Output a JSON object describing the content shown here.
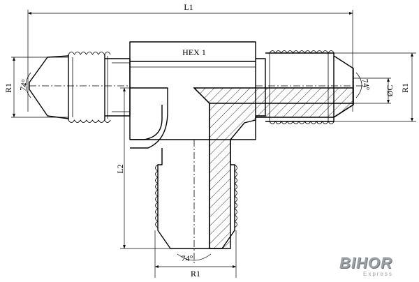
{
  "labels": {
    "overall_length": "L1",
    "branch_length": "L2",
    "hex": "HEX 1",
    "thread_left": "R1",
    "thread_right": "R1",
    "thread_bottom": "R1",
    "diameter": "ØC",
    "angle_left": "74°",
    "angle_right": "74°",
    "angle_bottom": "74°"
  },
  "logo": {
    "main": "BIHOR",
    "sub": "Express"
  },
  "colors": {
    "line": "#000000",
    "logo": "#9aa0a6"
  }
}
